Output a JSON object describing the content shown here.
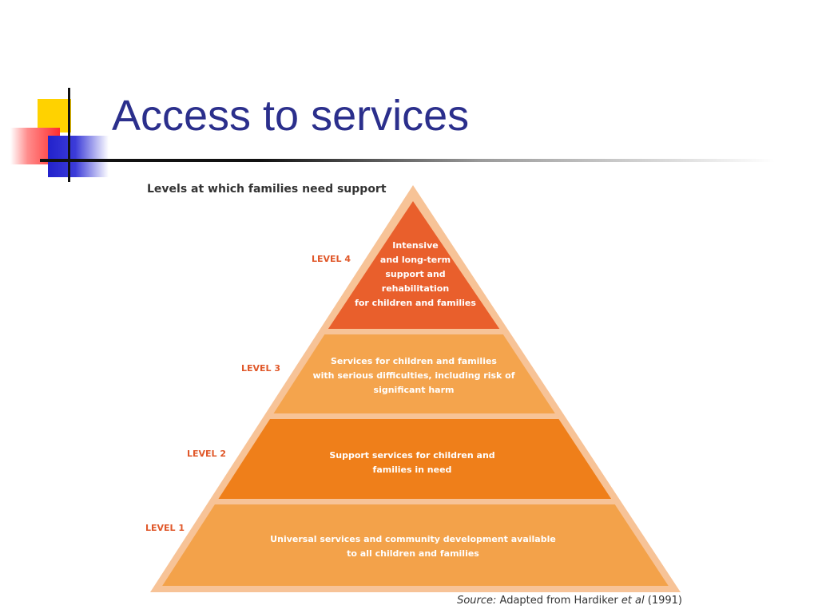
{
  "slide": {
    "title": "Access to services"
  },
  "figure": {
    "heading": "Levels at which families need support",
    "source_prefix": "Source:",
    "source_main": "Adapted from Hardiker",
    "source_etal": "et al",
    "source_year": "(1991)"
  },
  "levels": [
    {
      "label": "LEVEL 4",
      "lines": [
        "Intensive",
        "and long-term",
        "support and",
        "rehabilitation",
        "for children and families"
      ],
      "color": "#e95f2c"
    },
    {
      "label": "LEVEL 3",
      "lines": [
        "Services for children and families",
        "with serious difficulties, including risk of",
        "significant harm"
      ],
      "color": "#f4a44d"
    },
    {
      "label": "LEVEL 2",
      "lines": [
        "Support services for children and",
        "families in need"
      ],
      "color": "#ef7f1a"
    },
    {
      "label": "LEVEL 1",
      "lines": [
        "Universal services and community development available",
        "to all children and families"
      ],
      "color": "#f3a24a"
    }
  ],
  "colors": {
    "outline": "#f7c397",
    "gap": "#f6c49a",
    "title": "#2b2f8c",
    "label": "#e0582a"
  }
}
